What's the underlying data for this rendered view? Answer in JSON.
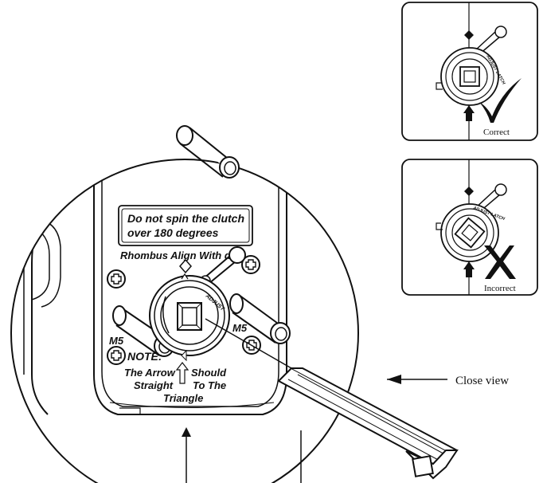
{
  "plate": {
    "warning_line1": "Do not spin the clutch",
    "warning_line2": "over 180 degrees",
    "align_text": "Rhombus Align With dot",
    "left_screw_label": "M5",
    "right_screw_label": "M5",
    "note_title": "NOTE:",
    "note_line1a": "The Arrow",
    "note_line1b": "Should",
    "note_line2a": "Straight",
    "note_line2b": "To The",
    "note_line3": "Triangle",
    "dial_text": "ADJUST",
    "small_dial_text": "ADJUST LATCH"
  },
  "callout": {
    "label": "Close view"
  },
  "correct_panel": {
    "label": "Correct",
    "mark": "check"
  },
  "incorrect_panel": {
    "label": "Incorrect",
    "mark": "cross"
  },
  "colors": {
    "line": "#111111",
    "background": "#ffffff"
  }
}
